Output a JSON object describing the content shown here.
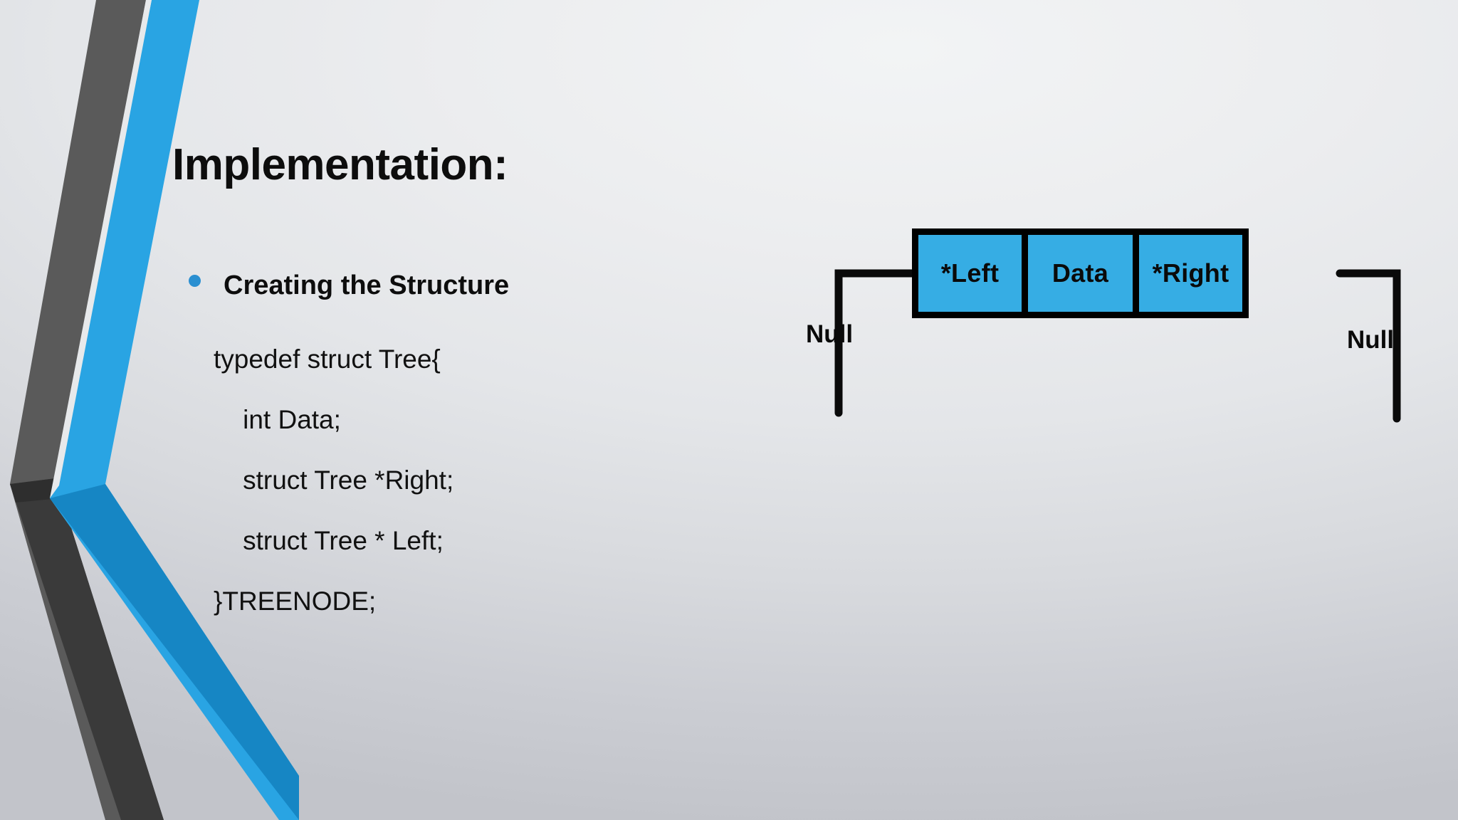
{
  "slide": {
    "title": "Implementation:",
    "bullet": {
      "label": "Creating the Structure",
      "marker_color": "#2a8fd1"
    },
    "code_lines": [
      "typedef struct Tree{",
      "    int Data;",
      "    struct Tree *Right;",
      "    struct Tree * Left;",
      "}TREENODE;"
    ],
    "diagram": {
      "node_fields": [
        {
          "label": "*Left"
        },
        {
          "label": "Data"
        },
        {
          "label": "*Right"
        }
      ],
      "left_pointer_label": "Null",
      "right_pointer_label": "Null",
      "node_fill_color": "#36ADE4",
      "node_border_color": "#000000"
    },
    "theme": {
      "accent_blue": "#29A4E3",
      "accent_blue_dark": "#1686C4",
      "accent_gray": "#5A5A5A",
      "accent_gray_dark": "#3A3A3A",
      "text_color": "#0d0d0d"
    }
  }
}
